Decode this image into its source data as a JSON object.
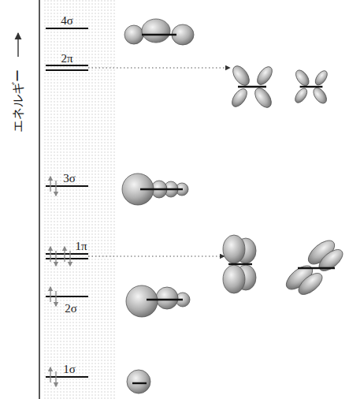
{
  "diagram": {
    "labels": [
      "エネルギー",
      "4σ",
      "2π",
      "3σ",
      "1π",
      "2σ",
      "1σ"
    ]
  }
}
